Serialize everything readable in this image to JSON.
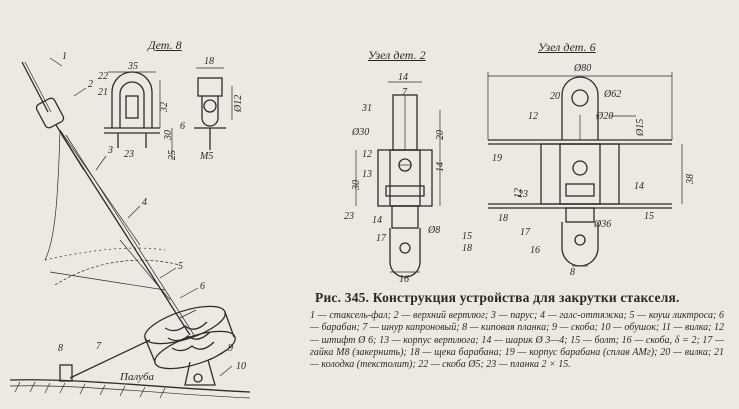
{
  "views": {
    "det8": {
      "title": "Дет. 8"
    },
    "node2": {
      "title": "Узел дет. 2"
    },
    "node6": {
      "title": "Узел дет. 6"
    }
  },
  "dimensions": {
    "det8": [
      "35",
      "22",
      "21",
      "32",
      "23",
      "30",
      "25",
      "18",
      "Ø12",
      "M5",
      "6"
    ],
    "node2": [
      "14",
      "7",
      "Ø30",
      "20",
      "14",
      "30",
      "23",
      "14",
      "Ø8",
      "15",
      "18",
      "16",
      "31",
      "12",
      "13",
      "17"
    ],
    "node6": [
      "Ø80",
      "20",
      "Ø62",
      "Ø20",
      "Ø15",
      "12",
      "19",
      "38",
      "14",
      "12",
      "18",
      "17",
      "Ø36",
      "15",
      "16",
      "8",
      "23"
    ]
  },
  "overview_labels": [
    "1",
    "2",
    "3",
    "4",
    "5",
    "6",
    "7",
    "8",
    "9",
    "10",
    "Палуба"
  ],
  "caption": {
    "title": "Рис. 345. Конструкция устройства для закрутки стакселя.",
    "legend": "1 — стаксель-фал; 2 — верхний вертлюг; 3 — парус; 4 — галс-оттяжка; 5 — коуш ликтроса; 6 — барабан; 7 — шнур капроновый; 8 — киповая планка; 9 — скоба; 10 — обушок; 11 — вилка; 12 — штифт Ø 6; 13 — корпус вертлюга; 14 — шарик Ø 3—4; 15 — болт; 16 — скоба, δ = 2; 17 — гайка М8 (закернить); 18 — щека барабана; 19 — корпус барабана (сплав АМг); 20 — вилка; 21 — колодка (текстолит); 22 — скоба Ø5; 23 — планка 2 × 15."
  }
}
